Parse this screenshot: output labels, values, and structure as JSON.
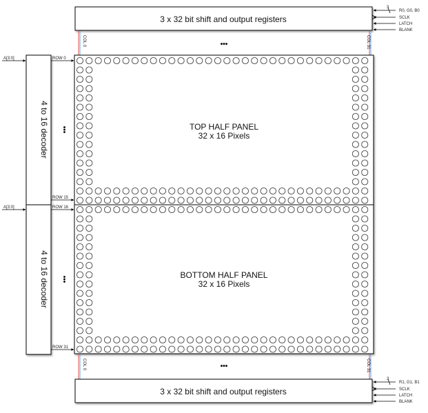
{
  "top_register": {
    "label": "3 x 32 bit shift and output registers",
    "bus_width": "3",
    "signals": [
      "R0, G0, B0",
      "SCLK",
      "LATCH",
      "BLANK"
    ]
  },
  "bottom_register": {
    "label": "3 x 32 bit shift and output registers",
    "bus_width": "3",
    "signals": [
      "R1, G1, B1",
      "SCLK",
      "LATCH",
      "BLANK"
    ]
  },
  "top_decoder": {
    "label": "4 to 16 decoder",
    "input": "A[3:0]"
  },
  "bottom_decoder": {
    "label": "4 to 16 decoder",
    "input": "A[3:0]"
  },
  "rows": {
    "row_0": "ROW 0",
    "row_15": "ROW 15",
    "row_16": "ROW 16",
    "row_31": "ROW 31"
  },
  "cols": {
    "col_0": "COL 0",
    "col_31": "COL 31"
  },
  "top_panel": {
    "title": "TOP HALF PANEL",
    "subtitle": "32 x 16 Pixels"
  },
  "bottom_panel": {
    "title": "BOTTOM HALF PANEL",
    "subtitle": "32 x 16 Pixels"
  },
  "ellipsis": "•••",
  "grid": {
    "columns": 32,
    "rows_per_half": 16,
    "border_rows": 2,
    "border_cols": 2
  },
  "colors": {
    "line": "#000000",
    "pixel": "#444444",
    "col_line_red": "#e05050",
    "col_line_blue": "#6aa0e0"
  }
}
